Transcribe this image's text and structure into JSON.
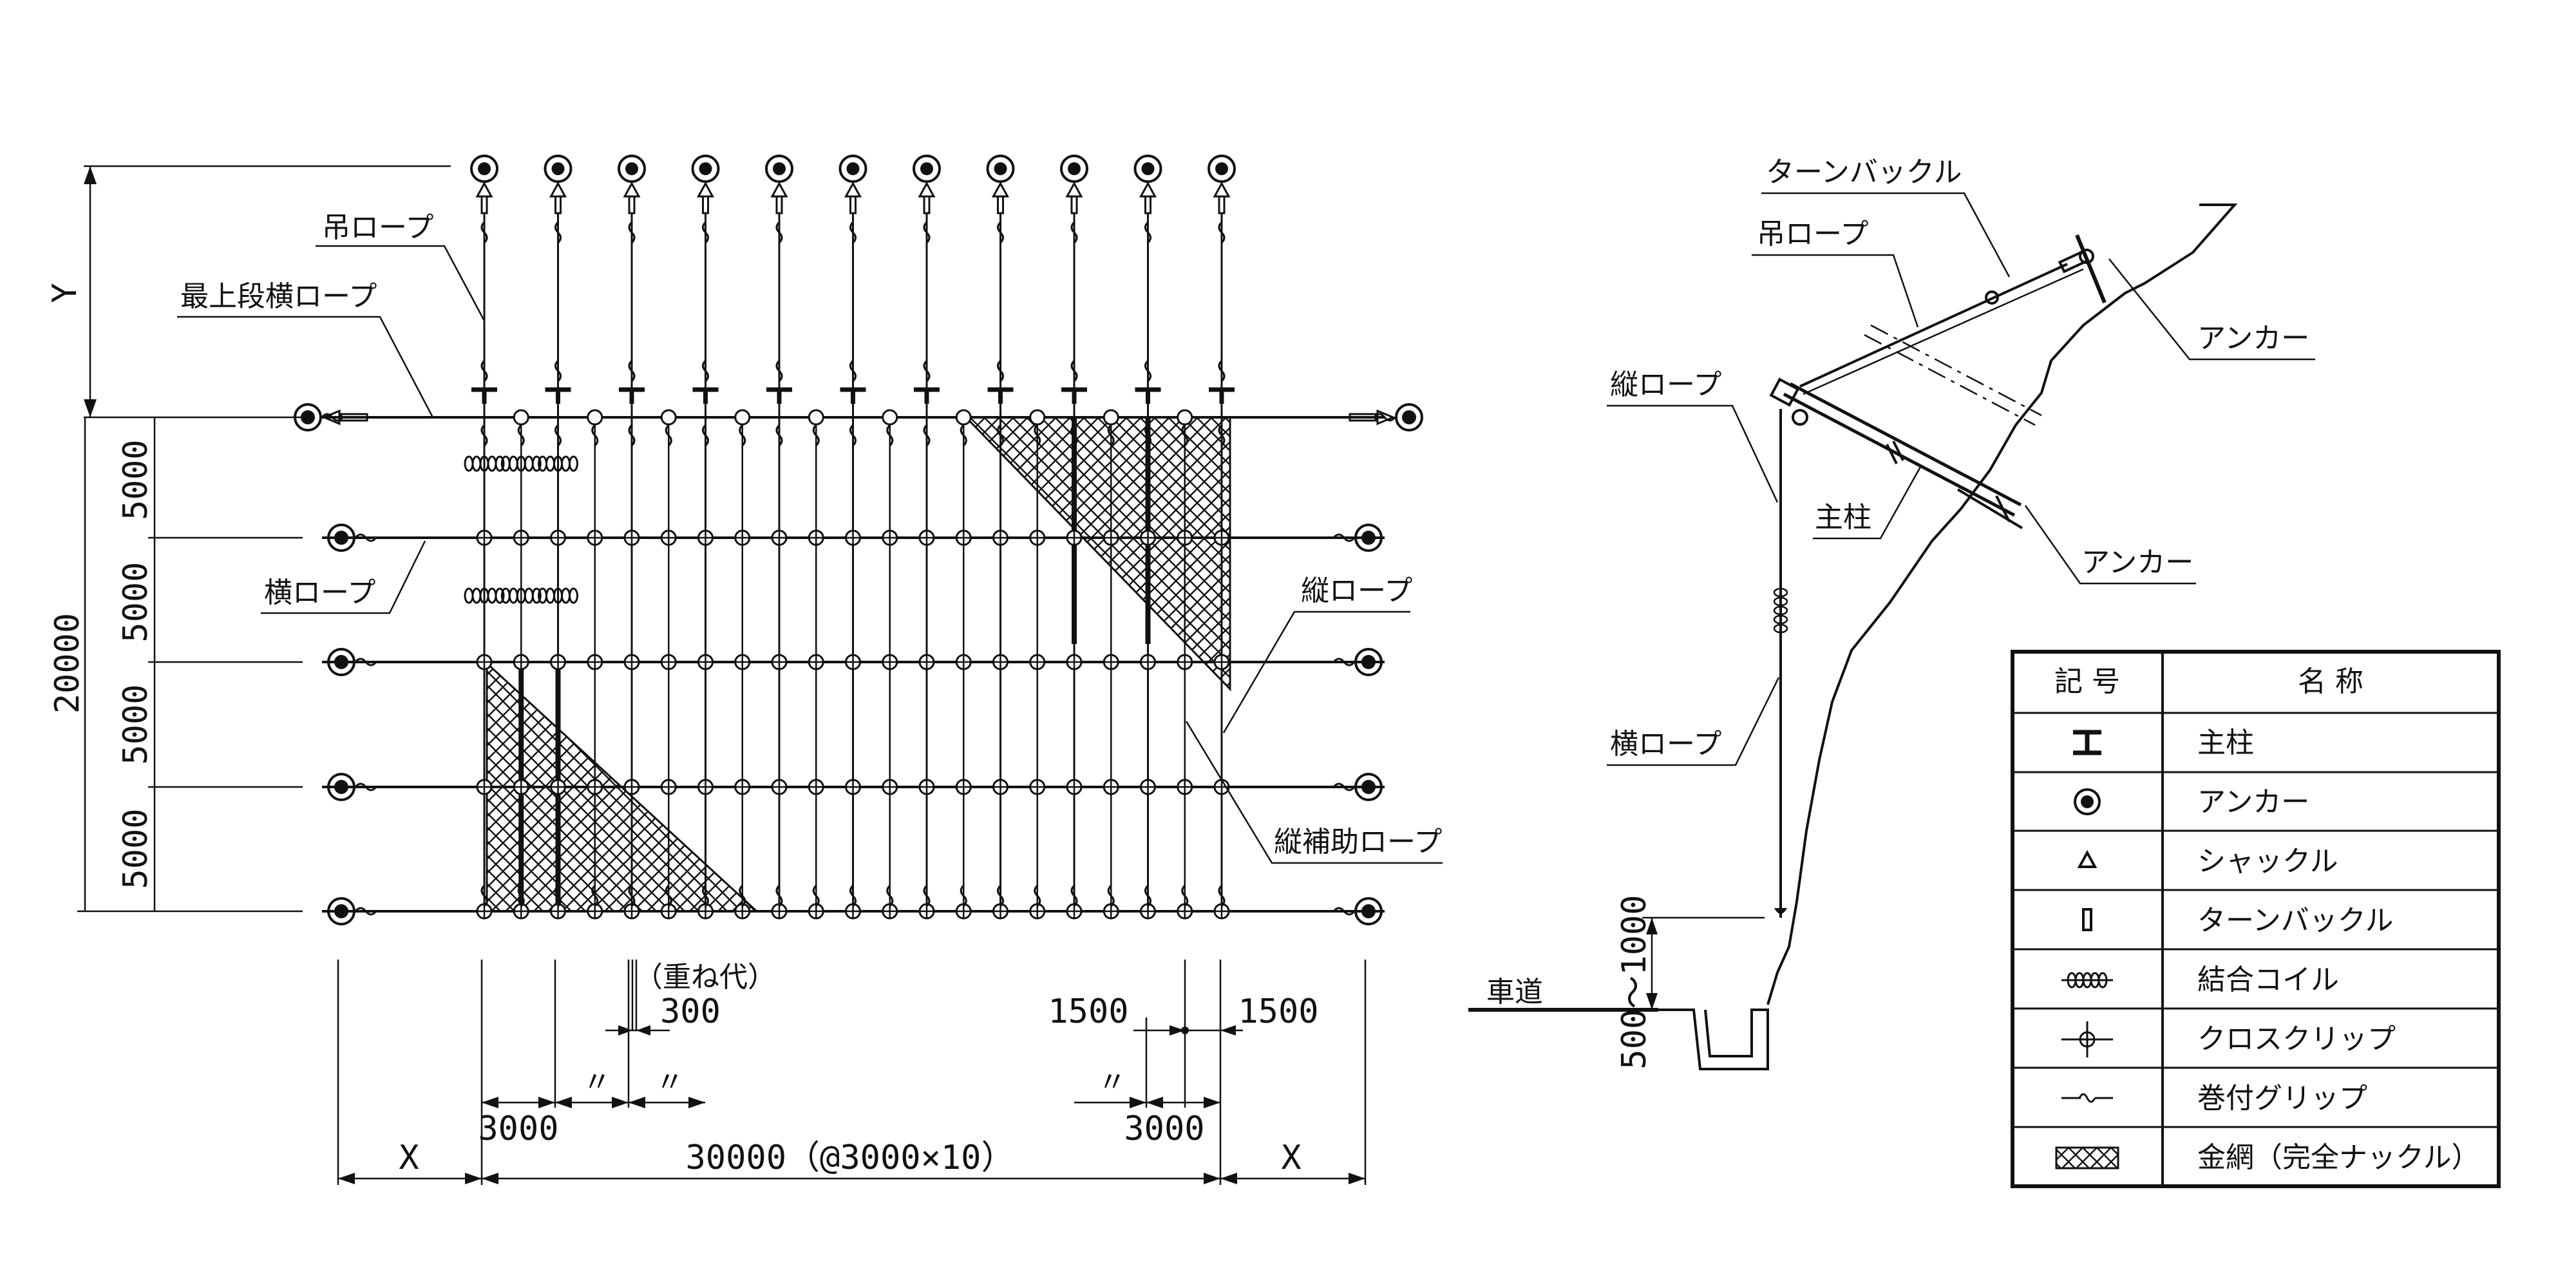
{
  "elevation": {
    "labels": {
      "hang_rope": "吊ロープ",
      "top_horizontal_rope": "最上段横ロープ",
      "horizontal_rope": "横ロープ",
      "vertical_rope": "縦ロープ",
      "vertical_aux_rope": "縦補助ロープ",
      "overlap": "（重ね代）"
    },
    "dims": {
      "y": "Y",
      "x_left": "X",
      "x_right": "X",
      "total_height": "20000",
      "rows": [
        "5000",
        "5000",
        "5000",
        "5000"
      ],
      "overlap": "300",
      "spacing_left": "3000",
      "spacing_right": "3000",
      "ditto": "〃",
      "side_left": "1500",
      "side_right": "1500",
      "total_width": "30000（@3000×10）"
    }
  },
  "section": {
    "labels": {
      "turnbuckle": "ターンバックル",
      "hang_rope": "吊ロープ",
      "anchor_top": "アンカー",
      "vertical_rope": "縦ロープ",
      "post": "主柱",
      "anchor_mid": "アンカー",
      "horizontal_rope": "横ロープ",
      "road": "車道"
    },
    "dims": {
      "road_height": "500～1000"
    }
  },
  "legend": {
    "headers": {
      "symbol": "記 号",
      "name": "名 称"
    },
    "rows": [
      {
        "icon": "post-icon",
        "name": "主柱"
      },
      {
        "icon": "anchor-icon",
        "name": "アンカー"
      },
      {
        "icon": "shackle-icon",
        "name": "シャックル"
      },
      {
        "icon": "turnbuckle-icon",
        "name": "ターンバックル"
      },
      {
        "icon": "coil-icon",
        "name": "結合コイル"
      },
      {
        "icon": "cross-clip-icon",
        "name": "クロスクリップ"
      },
      {
        "icon": "wrap-grip-icon",
        "name": "巻付グリップ"
      },
      {
        "icon": "mesh-icon",
        "name": "金網（完全ナックル）"
      }
    ]
  }
}
